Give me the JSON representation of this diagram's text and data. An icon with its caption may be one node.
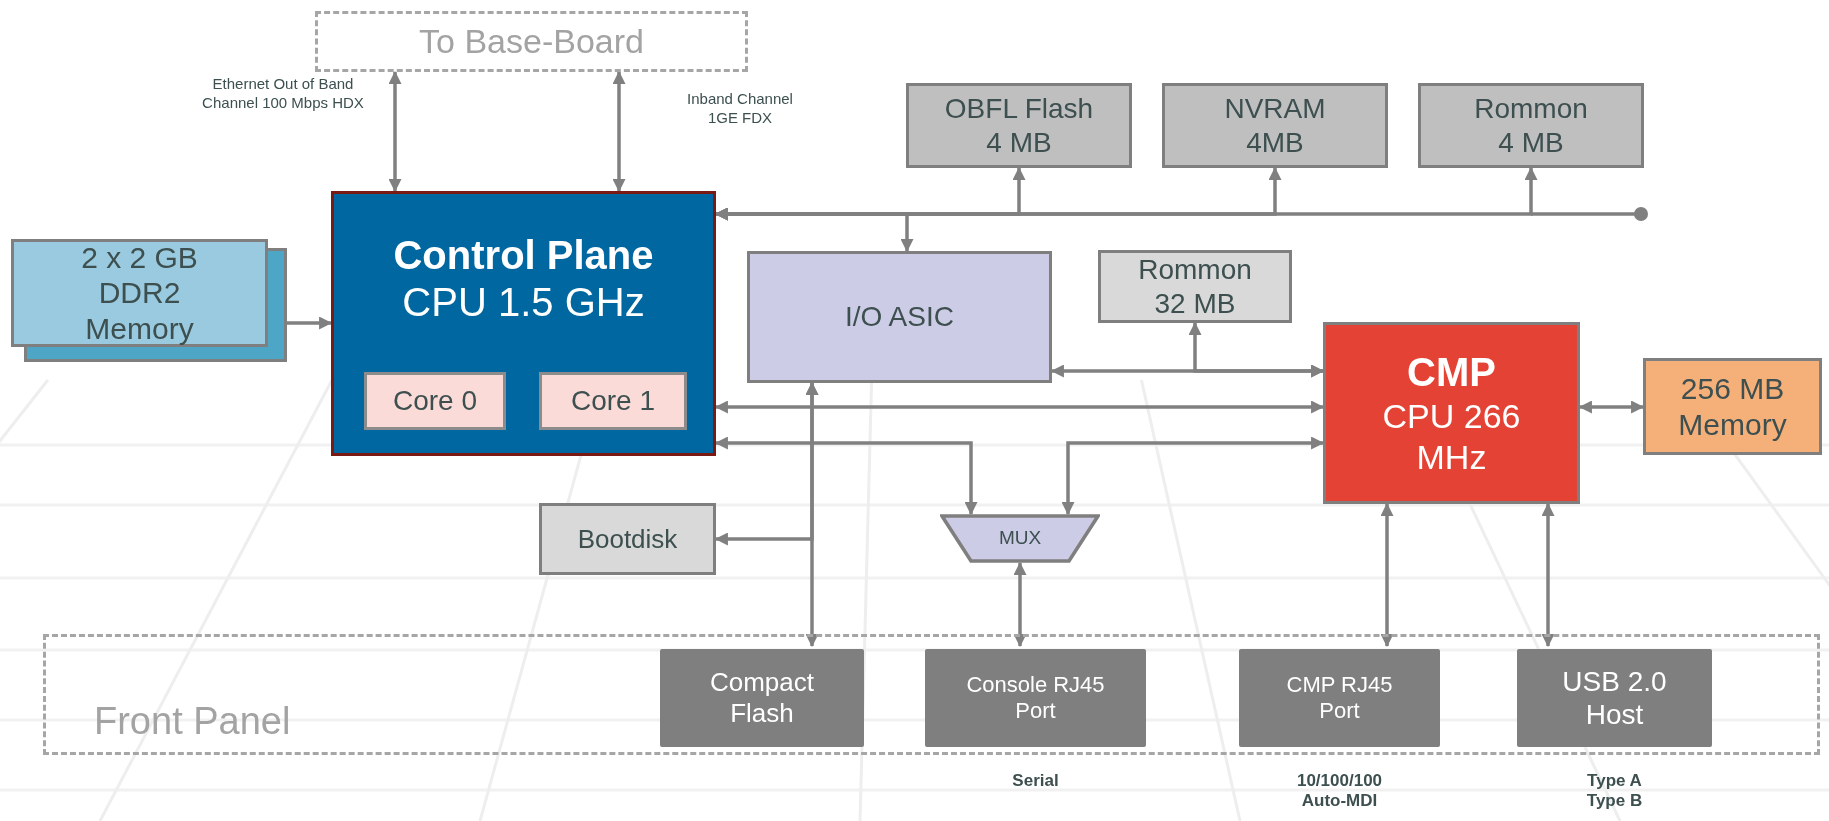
{
  "diagram": {
    "nodes": [
      {
        "text": [
          "To Base-Board"
        ]
      },
      {
        "text": [
          "Control Plane",
          "CPU 1.5 GHz"
        ]
      },
      {
        "text": [
          "Core 0"
        ],
        "in": 1
      },
      {
        "text": [
          "Core 1"
        ],
        "in": 1
      },
      {
        "text": [
          "2 x 2 GB DDR2 Memory"
        ]
      },
      {
        "text": [
          "OBFL Flash 4 MB"
        ]
      },
      {
        "text": [
          "NVRAM 4MB"
        ]
      },
      {
        "text": [
          "Rommon 4 MB"
        ]
      },
      {
        "text": [
          "I/O ASIC"
        ]
      },
      {
        "text": [
          "Rommon 32 MB"
        ]
      },
      {
        "text": [
          "CMP",
          "CPU 266 MHz"
        ]
      },
      {
        "text": [
          "256 MB Memory"
        ]
      },
      {
        "text": [
          "Bootdisk"
        ]
      },
      {
        "text": [
          "MUX"
        ]
      },
      {
        "text": [
          "Front Panel"
        ]
      },
      {
        "text": [
          "Compact Flash"
        ],
        "in": 14
      },
      {
        "text": [
          "Console RJ45 Port"
        ],
        "in": 14,
        "beside": [
          "Serial"
        ]
      },
      {
        "text": [
          "CMP RJ45 Port"
        ],
        "in": 14,
        "beside": [
          "10/100/100 Auto-MDI"
        ]
      },
      {
        "text": [
          "USB 2.0 Host"
        ],
        "in": 14,
        "beside": [
          "Type A Type B"
        ]
      }
    ],
    "edges": [
      {
        "from": 1,
        "to": 0,
        "arrow": "both",
        "label": "Ethernet Out of Band Channel 100 Mbps HDX"
      },
      {
        "from": 1,
        "to": 0,
        "arrow": "both",
        "label": "Inband Channel 1GE FDX"
      },
      {
        "from": 4,
        "to": 1,
        "arrow": "to"
      },
      {
        "from": 5,
        "to": 1,
        "arrow": "both"
      },
      {
        "from": 6,
        "to": 1,
        "arrow": "both"
      },
      {
        "from": 7,
        "to": 1,
        "arrow": "both"
      },
      {
        "from": 8,
        "to": 1,
        "arrow": "both"
      },
      {
        "from": 8,
        "to": 10,
        "arrow": "both"
      },
      {
        "from": 9,
        "to": 10,
        "arrow": "both"
      },
      {
        "from": 1,
        "to": 10,
        "arrow": "both"
      },
      {
        "from": 10,
        "to": 11,
        "arrow": "both"
      },
      {
        "from": 1,
        "to": 13,
        "arrow": "both"
      },
      {
        "from": 10,
        "to": 13,
        "arrow": "both"
      },
      {
        "from": 13,
        "to": 16,
        "arrow": "both"
      },
      {
        "from": 8,
        "to": 15,
        "arrow": "both"
      },
      {
        "from": 12,
        "to": 8,
        "arrow": "both"
      },
      {
        "from": 10,
        "to": 17,
        "arrow": "both"
      },
      {
        "from": 10,
        "to": 18,
        "arrow": "both"
      }
    ]
  }
}
